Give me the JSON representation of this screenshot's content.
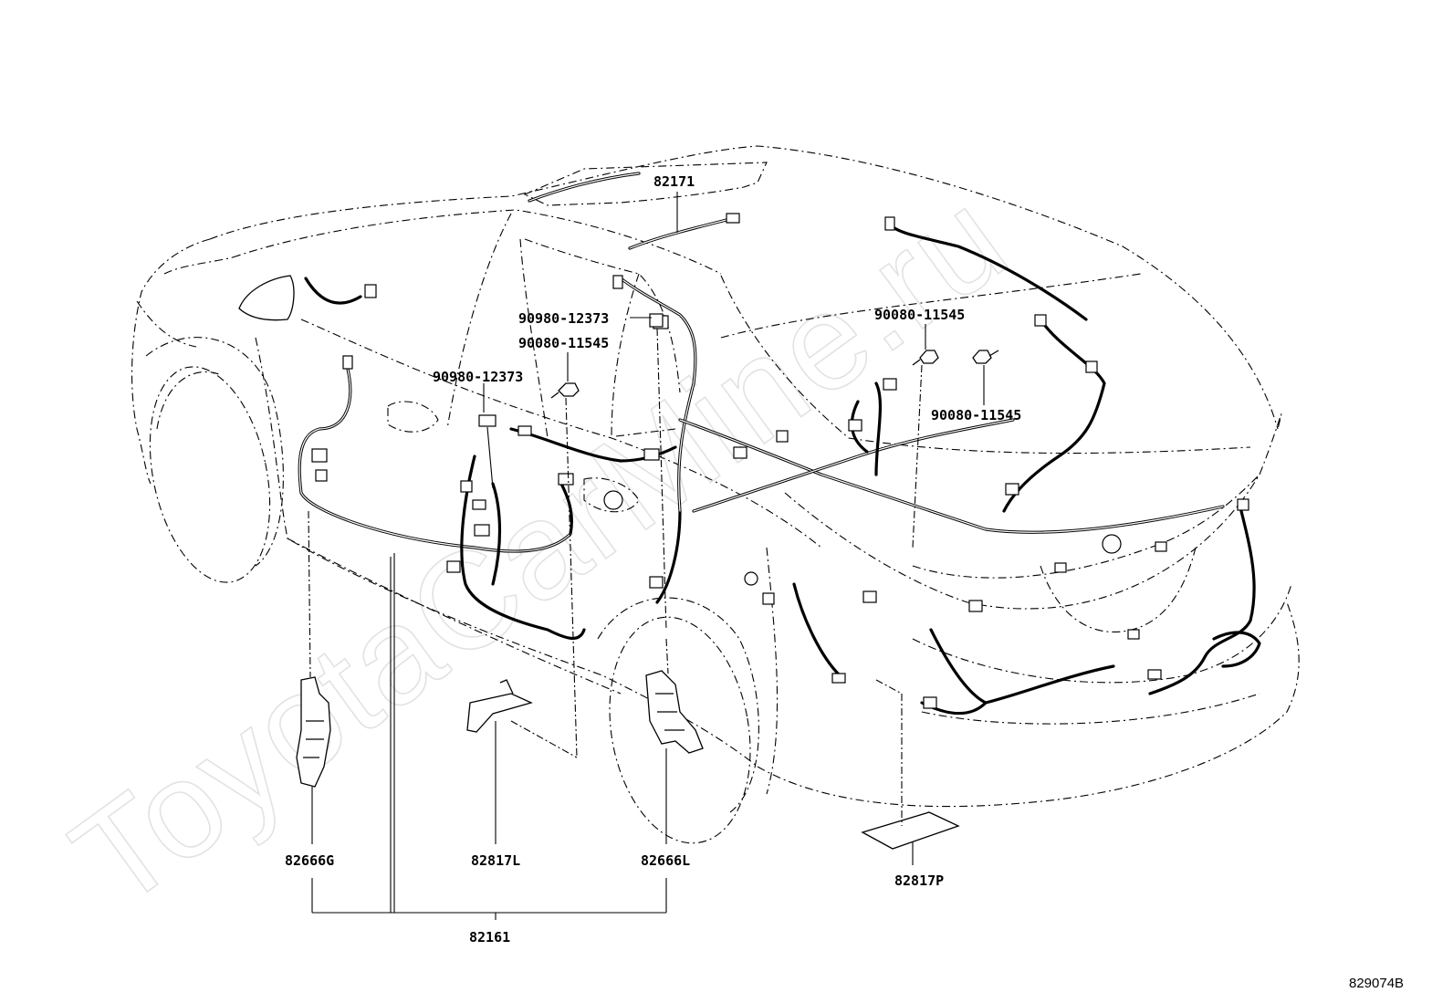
{
  "watermark": "ToyotaCarMine.ru",
  "diagram_id": "829074B",
  "labels": {
    "p82171": "82171",
    "p90980_12373_a": "90980-12373",
    "p90080_11545_a": "90080-11545",
    "p90980_12373_b": "90980-12373",
    "p90080_11545_b": "90080-11545",
    "p90080_11545_c": "90080-11545",
    "p82666G": "82666G",
    "p82817L": "82817L",
    "p82666L": "82666L",
    "p82161": "82161",
    "p82817P": "82817P"
  }
}
